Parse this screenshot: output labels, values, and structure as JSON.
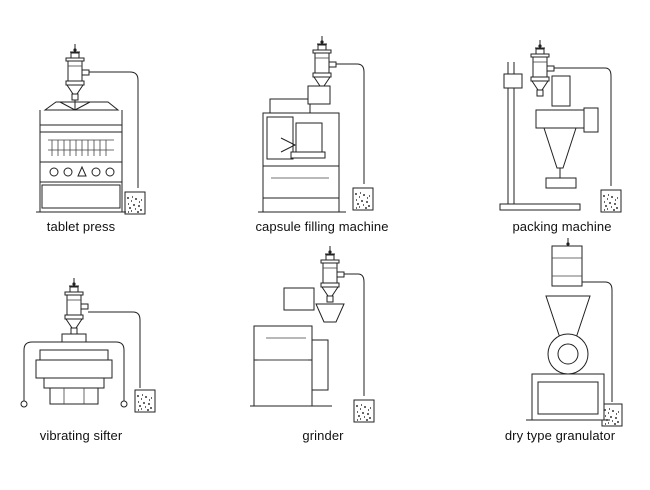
{
  "machines": [
    {
      "label": "tablet press"
    },
    {
      "label": "capsule filling machine"
    },
    {
      "label": "packing machine"
    },
    {
      "label": "vibrating sifter"
    },
    {
      "label": "grinder"
    },
    {
      "label": "dry type granulator"
    }
  ]
}
